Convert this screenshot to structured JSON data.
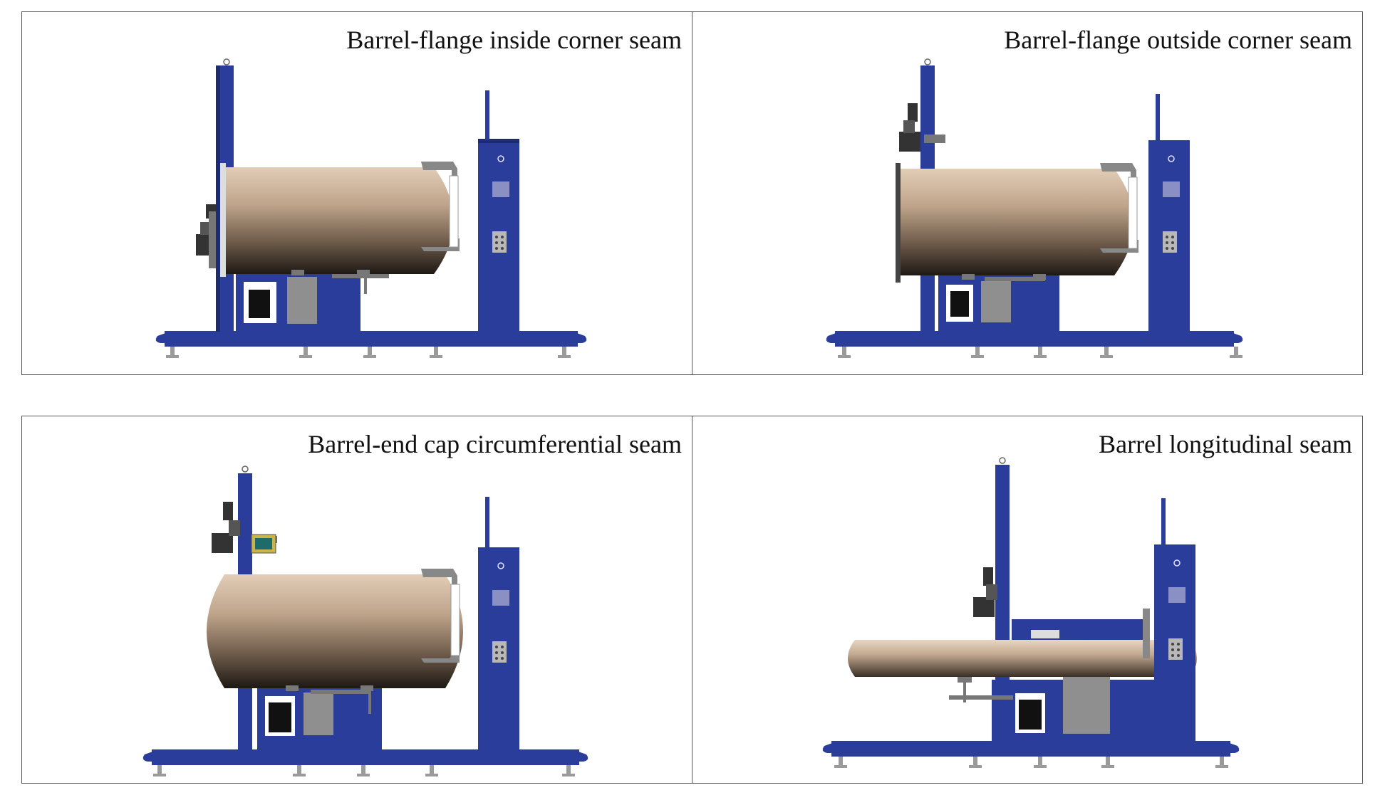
{
  "panels": [
    {
      "id": "inside-corner",
      "title": "Barrel-flange inside corner seam"
    },
    {
      "id": "outside-corner",
      "title": "Barrel-flange outside corner seam"
    },
    {
      "id": "circumferential",
      "title": "Barrel-end cap circumferential seam"
    },
    {
      "id": "longitudinal",
      "title": "Barrel longitudinal seam"
    }
  ],
  "colors": {
    "machine_blue": "#2b3d9a",
    "machine_blue_dark": "#1d2b73",
    "barrel_light": "#d9c3ad",
    "barrel_dark": "#1e1914",
    "steel_gray": "#8a8a8a",
    "border": "#555555"
  }
}
